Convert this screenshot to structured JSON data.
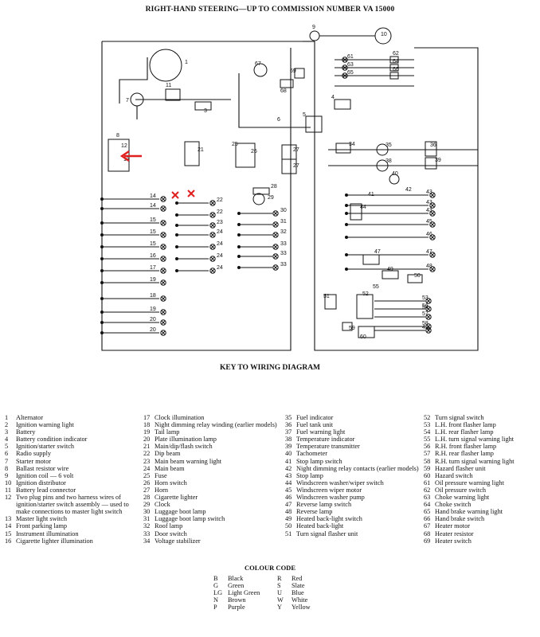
{
  "title": "RIGHT-HAND STEERING—UP TO COMMISSION NUMBER VA 15000",
  "key_title": "KEY TO WIRING DIAGRAM",
  "annotation_colors": {
    "arrow": "#e0201f",
    "cross": "#e0201f"
  },
  "component_numbers": [
    "1",
    "2",
    "3",
    "4",
    "5",
    "6",
    "7",
    "8",
    "9",
    "10",
    "11",
    "12",
    "13",
    "14",
    "15",
    "16",
    "17",
    "18",
    "19",
    "20",
    "21",
    "22",
    "23",
    "24",
    "25",
    "26",
    "27",
    "28",
    "29",
    "30",
    "31",
    "32",
    "33",
    "34",
    "35",
    "36",
    "37",
    "38",
    "39",
    "40",
    "41",
    "42",
    "43",
    "44",
    "45",
    "46",
    "47",
    "48",
    "49",
    "50",
    "51",
    "52",
    "53",
    "54",
    "55",
    "56",
    "57",
    "58",
    "59",
    "60",
    "61",
    "62",
    "63",
    "64",
    "65",
    "66",
    "67",
    "68",
    "69"
  ],
  "key_col1": [
    {
      "n": "1",
      "t": "Alternator"
    },
    {
      "n": "2",
      "t": "Ignition warning light"
    },
    {
      "n": "3",
      "t": "Battery"
    },
    {
      "n": "4",
      "t": "Battery condition indicator"
    },
    {
      "n": "5",
      "t": "Ignition/starter switch"
    },
    {
      "n": "6",
      "t": "Radio supply"
    },
    {
      "n": "7",
      "t": "Starter motor"
    },
    {
      "n": "8",
      "t": "Ballast resistor wire"
    },
    {
      "n": "9",
      "t": "Ignition coil — 6 volt"
    },
    {
      "n": "10",
      "t": "Ignition distributor"
    },
    {
      "n": "11",
      "t": "Battery lead connector"
    },
    {
      "n": "12",
      "t": "Two plug pins and two harness wires of ignition/starter switch assembly — used to make connections to master light switch"
    },
    {
      "n": "13",
      "t": "Master light switch"
    },
    {
      "n": "14",
      "t": "Front parking lamp"
    },
    {
      "n": "15",
      "t": "Instrument illumination"
    },
    {
      "n": "16",
      "t": "Cigarette lighter illumination"
    }
  ],
  "key_col2": [
    {
      "n": "17",
      "t": "Clock illumination"
    },
    {
      "n": "18",
      "t": "Night dimming relay winding (earlier models)"
    },
    {
      "n": "19",
      "t": "Tail lamp"
    },
    {
      "n": "20",
      "t": "Plate illumination lamp"
    },
    {
      "n": "21",
      "t": "Main/dip/flash switch"
    },
    {
      "n": "22",
      "t": "Dip beam"
    },
    {
      "n": "23",
      "t": "Main beam warning light"
    },
    {
      "n": "24",
      "t": "Main beam"
    },
    {
      "n": "25",
      "t": "Fuse"
    },
    {
      "n": "26",
      "t": "Horn switch"
    },
    {
      "n": "27",
      "t": "Horn"
    },
    {
      "n": "28",
      "t": "Cigarette lighter"
    },
    {
      "n": "29",
      "t": "Clock"
    },
    {
      "n": "30",
      "t": "Luggage boot lamp"
    },
    {
      "n": "31",
      "t": "Luggage boot lamp switch"
    },
    {
      "n": "32",
      "t": "Roof lamp"
    },
    {
      "n": "33",
      "t": "Door switch"
    },
    {
      "n": "34",
      "t": "Voltage stabilizer"
    }
  ],
  "key_col3": [
    {
      "n": "35",
      "t": "Fuel indicator"
    },
    {
      "n": "36",
      "t": "Fuel tank unit"
    },
    {
      "n": "37",
      "t": "Fuel warning light"
    },
    {
      "n": "38",
      "t": "Temperature indicator"
    },
    {
      "n": "39",
      "t": "Temperature transmitter"
    },
    {
      "n": "40",
      "t": "Tachometer"
    },
    {
      "n": "41",
      "t": "Stop lamp switch"
    },
    {
      "n": "42",
      "t": "Night dimming relay contacts (earlier models)"
    },
    {
      "n": "43",
      "t": "Stop lamp"
    },
    {
      "n": "44",
      "t": "Windscreen washer/wiper switch"
    },
    {
      "n": "45",
      "t": "Windscreen wiper motor"
    },
    {
      "n": "46",
      "t": "Windscreen washer pump"
    },
    {
      "n": "47",
      "t": "Reverse lamp switch"
    },
    {
      "n": "48",
      "t": "Reverse lamp"
    },
    {
      "n": "49",
      "t": "Heated back-light switch"
    },
    {
      "n": "50",
      "t": "Heated back-light"
    },
    {
      "n": "51",
      "t": "Turn signal flasher unit"
    }
  ],
  "key_col4": [
    {
      "n": "52",
      "t": "Turn signal switch"
    },
    {
      "n": "53",
      "t": "L.H. front flasher lamp"
    },
    {
      "n": "54",
      "t": "L.H. rear flasher lamp"
    },
    {
      "n": "55",
      "t": "L.H. turn signal warning light"
    },
    {
      "n": "56",
      "t": "R.H. front flasher lamp"
    },
    {
      "n": "57",
      "t": "R.H. rear flasher lamp"
    },
    {
      "n": "58",
      "t": "R.H. turn signal warning light"
    },
    {
      "n": "59",
      "t": "Hazard flasher unit"
    },
    {
      "n": "60",
      "t": "Hazard switch"
    },
    {
      "n": "61",
      "t": "Oil pressure warning light"
    },
    {
      "n": "62",
      "t": "Oil pressure switch"
    },
    {
      "n": "63",
      "t": "Choke warning light"
    },
    {
      "n": "64",
      "t": "Choke switch"
    },
    {
      "n": "65",
      "t": "Hand brake warning light"
    },
    {
      "n": "66",
      "t": "Hand brake switch"
    },
    {
      "n": "67",
      "t": "Heater motor"
    },
    {
      "n": "68",
      "t": "Heater resistor"
    },
    {
      "n": "69",
      "t": "Heater switch"
    }
  ],
  "colour_code_title": "COLOUR CODE",
  "colour_code_left": [
    {
      "c": "B",
      "t": "Black"
    },
    {
      "c": "G",
      "t": "Green"
    },
    {
      "c": "LG",
      "t": "Light Green"
    },
    {
      "c": "N",
      "t": "Brown"
    },
    {
      "c": "P",
      "t": "Purple"
    }
  ],
  "colour_code_right": [
    {
      "c": "R",
      "t": "Red"
    },
    {
      "c": "S",
      "t": "Slate"
    },
    {
      "c": "U",
      "t": "Blue"
    },
    {
      "c": "W",
      "t": "White"
    },
    {
      "c": "Y",
      "t": "Yellow"
    }
  ]
}
